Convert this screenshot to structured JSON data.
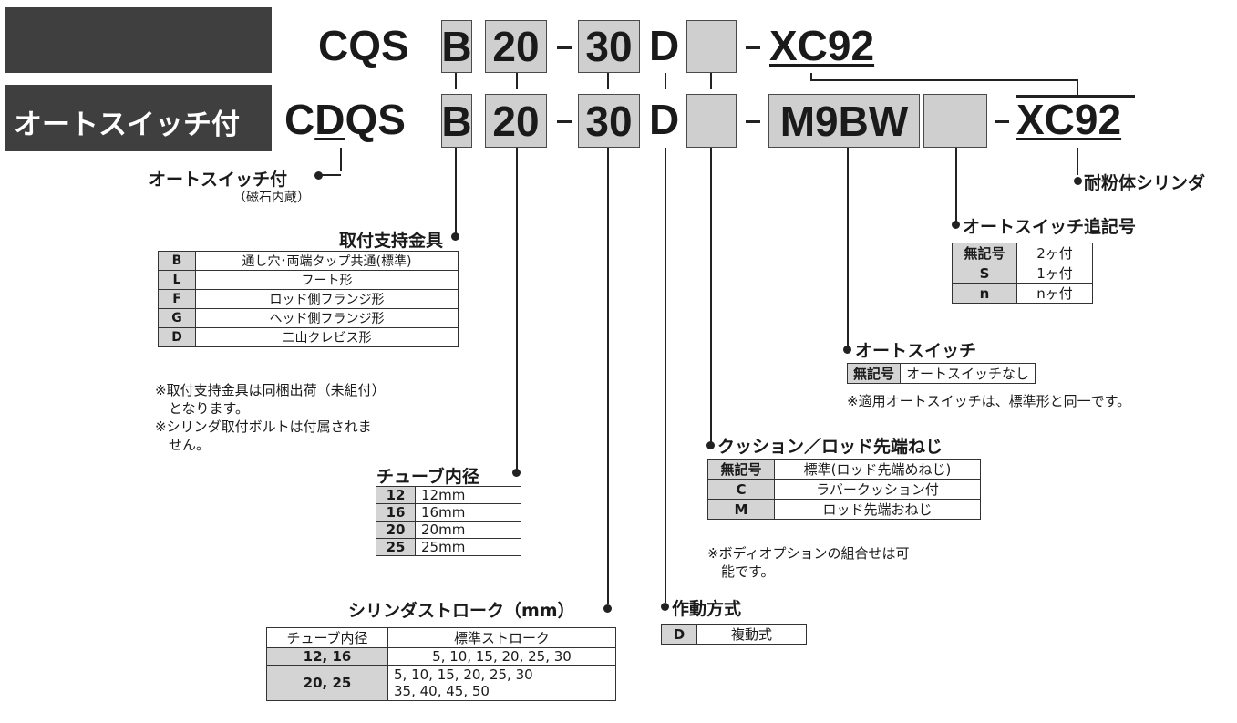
{
  "header": {
    "badge_bottom": "オートスイッチ付"
  },
  "row1": {
    "prefix": "CQS",
    "mount": "B",
    "bore": "20",
    "stroke": "30",
    "action": "D",
    "option": "",
    "suffix": "XC92"
  },
  "row2": {
    "prefix_c": "C",
    "prefix_d": "D",
    "prefix_qs": "QS",
    "mount": "B",
    "bore": "20",
    "stroke": "30",
    "action": "D",
    "option": "",
    "switch": "M9BW",
    "count": "",
    "suffix": "XC92"
  },
  "with_switch": {
    "title": "オートスイッチ付",
    "sub": "（磁石内蔵）"
  },
  "suffix_label": "耐粉体シリンダ",
  "mounting": {
    "title": "取付支持金具",
    "rows": [
      {
        "code": "B",
        "desc": "通し穴･両端タップ共通(標準)"
      },
      {
        "code": "L",
        "desc": "フート形"
      },
      {
        "code": "F",
        "desc": "ロッド側フランジ形"
      },
      {
        "code": "G",
        "desc": "ヘッド側フランジ形"
      },
      {
        "code": "D",
        "desc": "二山クレビス形"
      }
    ],
    "notes": [
      "※取付支持金具は同梱出荷（未組付）",
      "　となります。",
      "※シリンダ取付ボルトは付属されま",
      "　せん。"
    ]
  },
  "bore": {
    "title": "チューブ内径",
    "rows": [
      {
        "code": "12",
        "desc": "12mm"
      },
      {
        "code": "16",
        "desc": "16mm"
      },
      {
        "code": "20",
        "desc": "20mm"
      },
      {
        "code": "25",
        "desc": "25mm"
      }
    ]
  },
  "stroke": {
    "title": "シリンダストローク（mm）",
    "header": [
      "チューブ内径",
      "標準ストローク"
    ],
    "rows": [
      {
        "bore": "12, 16",
        "strokes": [
          "5, 10, 15, 20, 25, 30"
        ]
      },
      {
        "bore": "20, 25",
        "strokes": [
          "5, 10, 15, 20, 25, 30",
          "35, 40, 45, 50"
        ]
      }
    ]
  },
  "action": {
    "title": "作動方式",
    "rows": [
      {
        "code": "D",
        "desc": "複動式"
      }
    ]
  },
  "cushion": {
    "title": "クッション／ロッド先端ねじ",
    "rows": [
      {
        "code": "無記号",
        "desc": "標準(ロッド先端めねじ)"
      },
      {
        "code": "C",
        "desc": "ラバークッション付"
      },
      {
        "code": "M",
        "desc": "ロッド先端おねじ"
      }
    ],
    "notes": [
      "※ボディオプションの組合せは可",
      "　能です。"
    ]
  },
  "auto_switch": {
    "title": "オートスイッチ",
    "rows": [
      {
        "code": "無記号",
        "desc": "オートスイッチなし"
      }
    ],
    "note": "※適用オートスイッチは、標準形と同一です。"
  },
  "switch_count": {
    "title": "オートスイッチ追記号",
    "rows": [
      {
        "code": "無記号",
        "desc": "2ヶ付"
      },
      {
        "code": "S",
        "desc": "1ヶ付"
      },
      {
        "code": "n",
        "desc": "nヶ付"
      }
    ]
  }
}
